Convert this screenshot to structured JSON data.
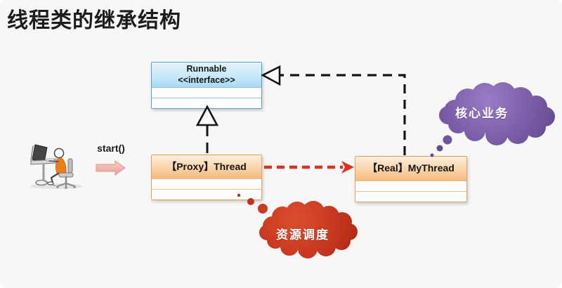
{
  "title": "线程类的继承结构",
  "start_label": "start()",
  "classes": {
    "runnable": {
      "name": "Runnable",
      "stereotype": "<<interface>>"
    },
    "proxy": {
      "name": "【Proxy】Thread"
    },
    "real": {
      "name": "【Real】MyThread"
    }
  },
  "clouds": {
    "core_business": {
      "label": "核心业务",
      "color": "#7a5ba7"
    },
    "resource_scheduling": {
      "label": "资源调度",
      "color": "#c8371f"
    }
  },
  "relations": {
    "proxy_implements_runnable": "dashed-generalization-up",
    "real_implements_runnable": "dashed-generalization-left",
    "proxy_calls_real": "red-dashed-dependency"
  },
  "colors": {
    "background": "#f7f7f7",
    "title_text": "#1c1c1c",
    "blue_box_border": "#58a0c8",
    "blue_header_top": "#e3f3fc",
    "blue_header_bottom": "#a9d9f2",
    "orange_box_border": "#e5a15d",
    "orange_header_top": "#fdeedd",
    "orange_header_bottom": "#f5ba80",
    "relation_line": "#151515",
    "proxy_call_arrow": "#e0301e",
    "start_arrow_fill": "#f4b7ae",
    "start_arrow_border": "#d89a90"
  }
}
